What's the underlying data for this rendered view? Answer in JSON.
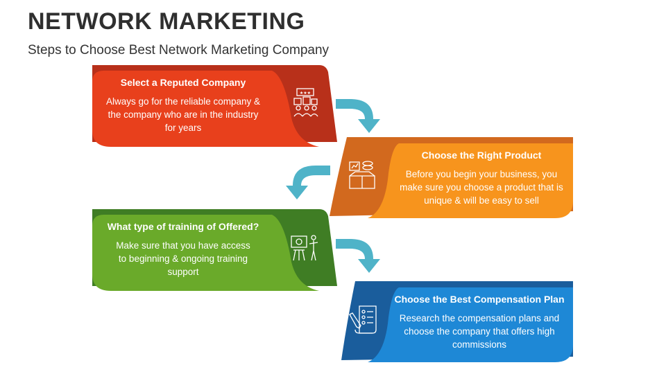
{
  "title": "NETWORK MARKETING",
  "subtitle": "Steps to Choose Best Network Marketing Company",
  "steps": [
    {
      "heading": "Select a Reputed Company",
      "body": "Always go for the reliable company & the company who are in the industry for years",
      "icon": "company-building-icon",
      "color": "#e8401c",
      "dark": "#b8301a"
    },
    {
      "heading": "Choose the Right Product",
      "body": "Before you begin your business, you make sure you choose a product that is unique & will be easy to sell",
      "icon": "product-box-icon",
      "color": "#f7941d",
      "dark": "#d2691e"
    },
    {
      "heading": "What type of training of Offered?",
      "body": "Make sure that you have access to beginning & ongoing training support",
      "icon": "training-presentation-icon",
      "color": "#6aaa2a",
      "dark": "#3f7d24"
    },
    {
      "heading": "Choose the Best Compensation Plan",
      "body": "Research the compensation plans and choose the company that offers high commissions",
      "icon": "compensation-checklist-icon",
      "color": "#1e88d6",
      "dark": "#1a5d9c"
    }
  ],
  "arrow_color": "#4fb3c8"
}
